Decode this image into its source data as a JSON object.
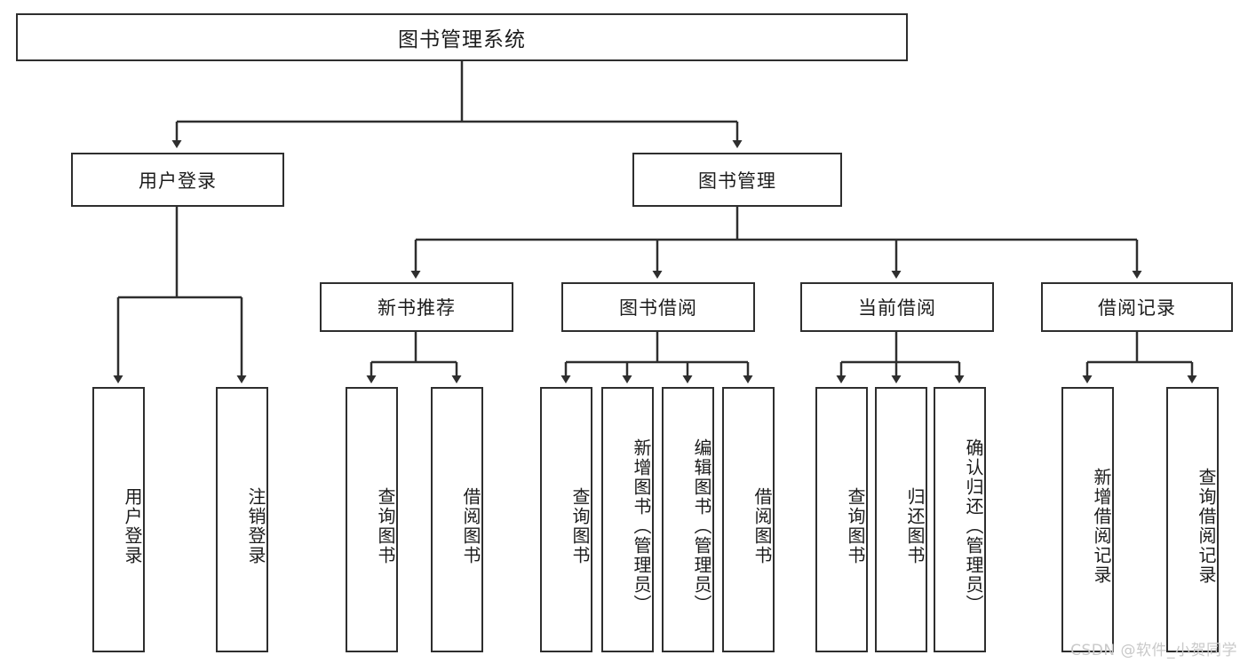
{
  "diagram": {
    "title": "图书管理系统",
    "type": "hierarchy-tree",
    "watermark": "CSDN @软件_小贺同学",
    "colors": {
      "border": "#2e2e2e",
      "text": "#1c1c1c",
      "background": "#ffffff",
      "edge": "#2e2e2e",
      "watermark": "#c9c9c9"
    },
    "root": {
      "label": "图书管理系统"
    },
    "level2": [
      {
        "label": "用户登录"
      },
      {
        "label": "图书管理"
      }
    ],
    "level3": [
      {
        "label": "新书推荐"
      },
      {
        "label": "图书借阅"
      },
      {
        "label": "当前借阅"
      },
      {
        "label": "借阅记录"
      }
    ],
    "leaves": {
      "user_login": [
        {
          "label": "用户登录"
        },
        {
          "label": "注销登录"
        }
      ],
      "new_book_recommend": [
        {
          "label": "查询图书"
        },
        {
          "label": "借阅图书"
        }
      ],
      "book_borrow": [
        {
          "label": "查询图书"
        },
        {
          "label": "新增图书（管理员）"
        },
        {
          "label": "编辑图书（管理员）"
        },
        {
          "label": "借阅图书"
        }
      ],
      "current_borrow": [
        {
          "label": "查询图书"
        },
        {
          "label": "归还图书"
        },
        {
          "label": "确认归还（管理员）"
        }
      ],
      "borrow_record": [
        {
          "label": "新增借阅记录"
        },
        {
          "label": "查询借阅记录"
        }
      ]
    }
  }
}
